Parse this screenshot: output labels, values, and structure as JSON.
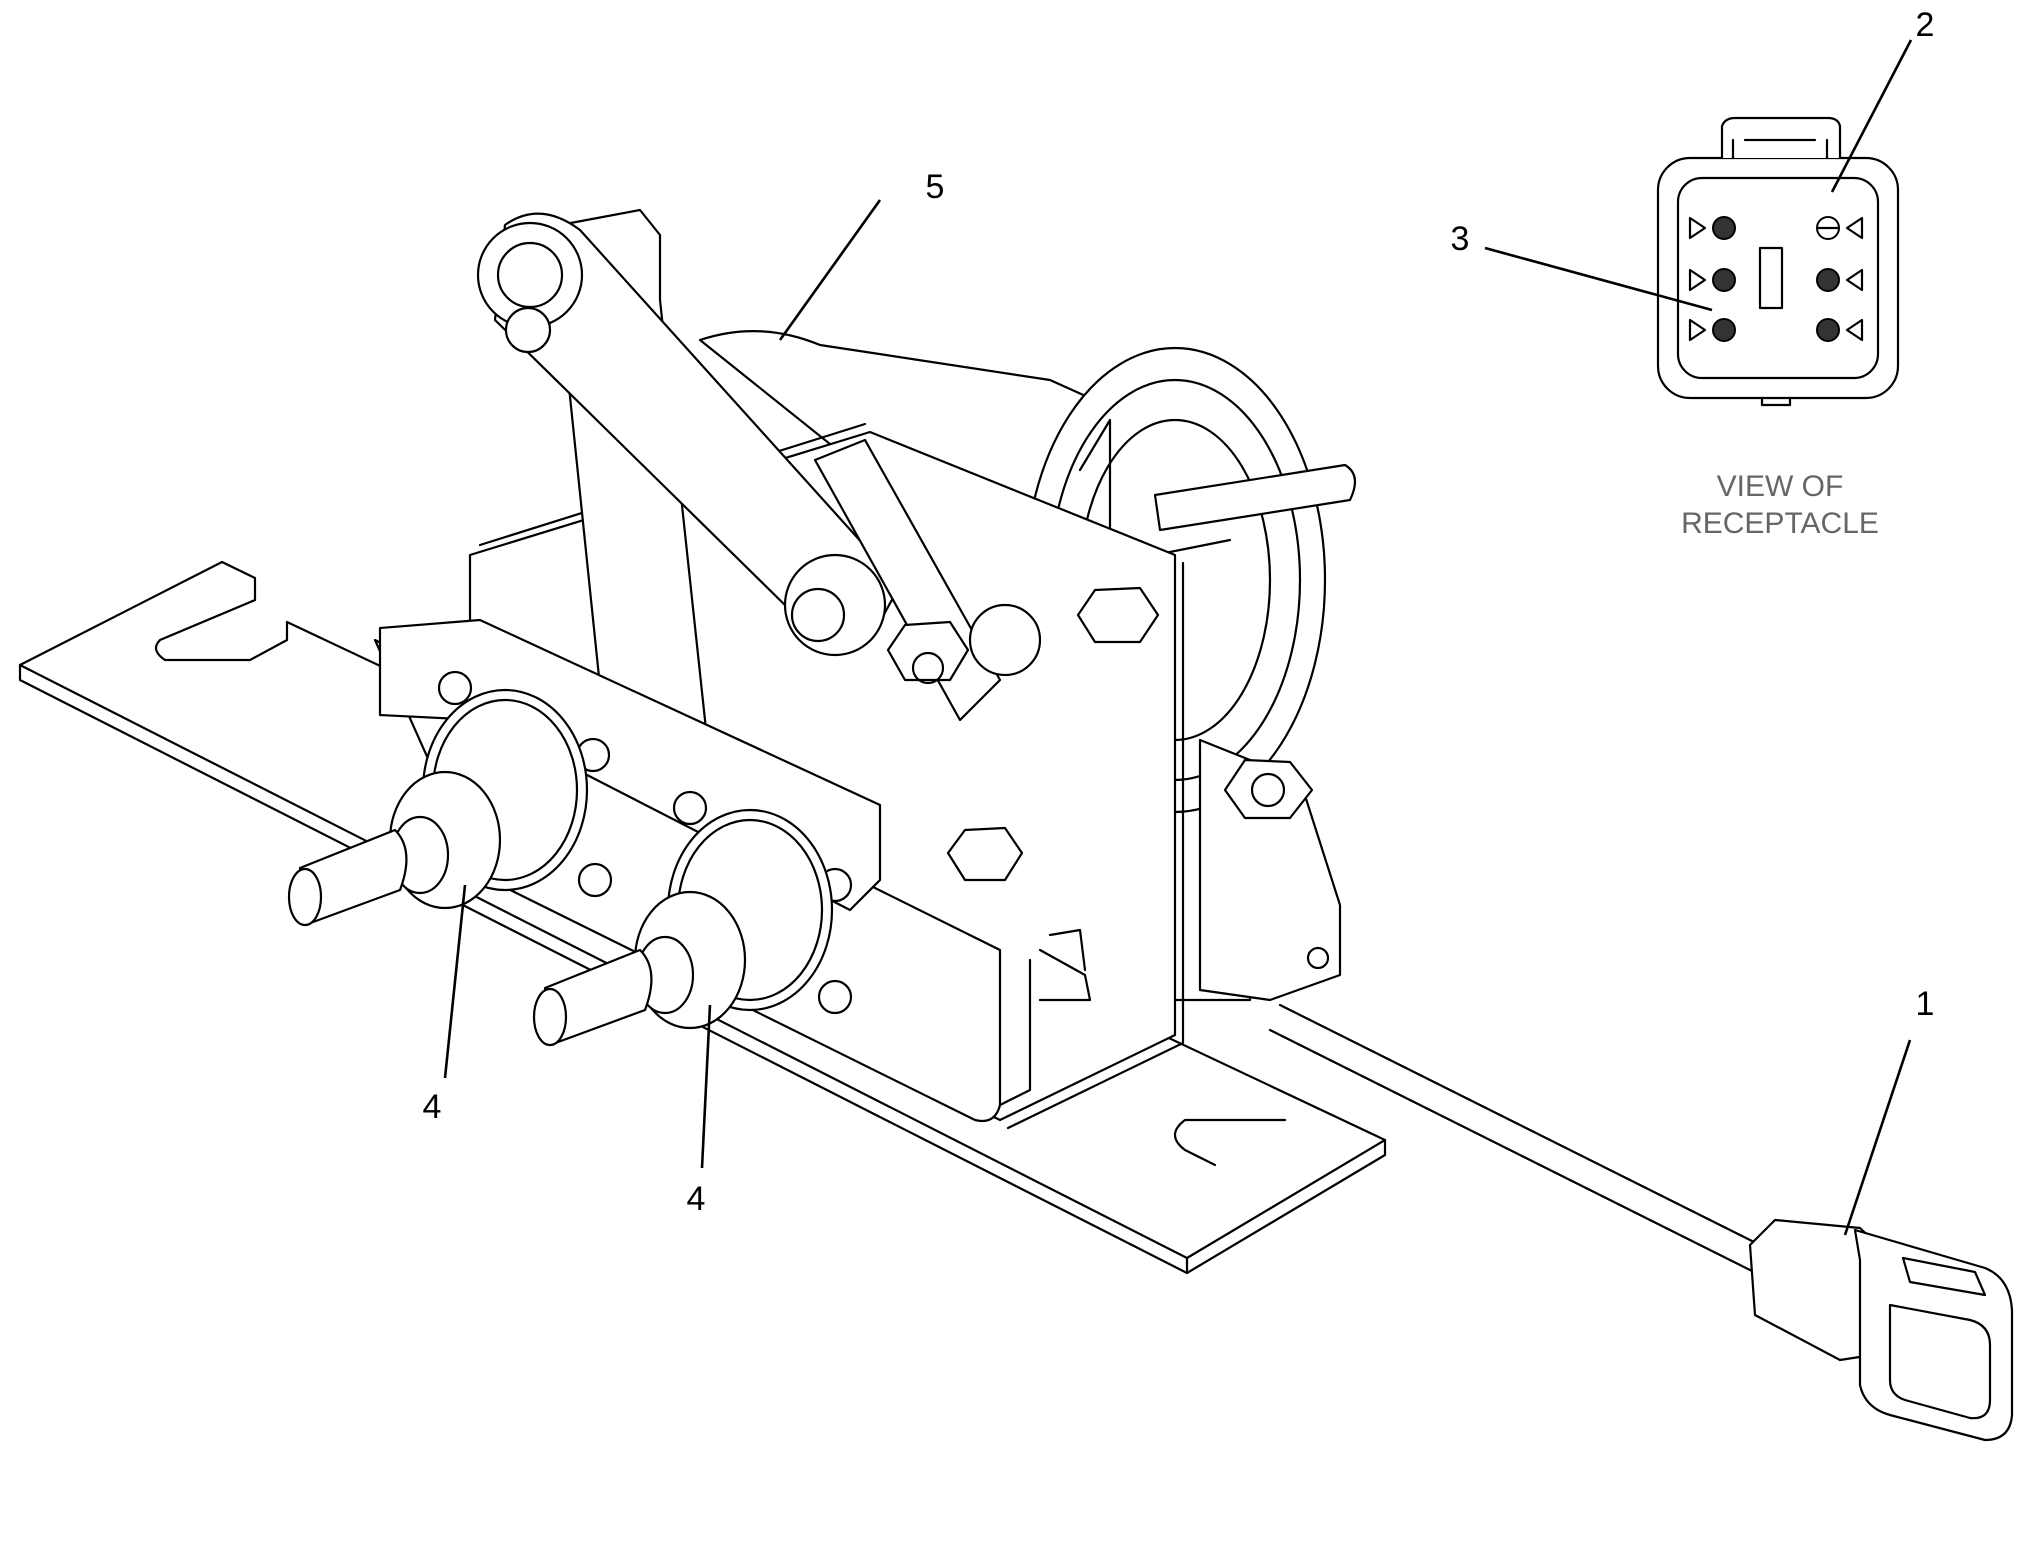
{
  "callouts": [
    {
      "id": "1",
      "label": "1"
    },
    {
      "id": "2",
      "label": "2"
    },
    {
      "id": "3",
      "label": "3"
    },
    {
      "id": "4a",
      "label": "4"
    },
    {
      "id": "4b",
      "label": "4"
    },
    {
      "id": "5",
      "label": "5"
    }
  ],
  "caption": {
    "line1": "VIEW OF",
    "line2": "RECEPTACLE"
  }
}
